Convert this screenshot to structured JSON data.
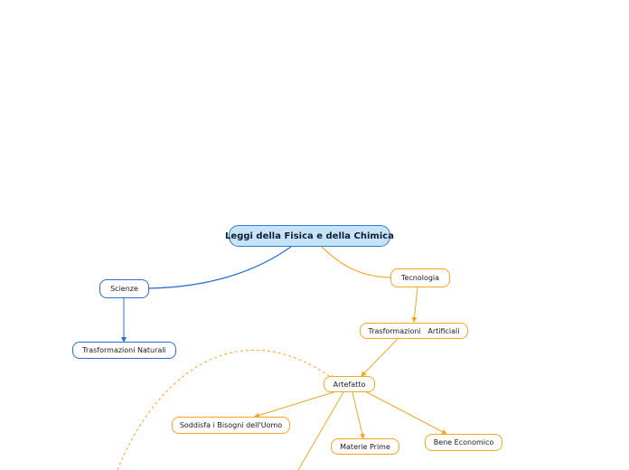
{
  "mindmap": {
    "root": {
      "label": "Leggi della Fisica e della Chimica"
    },
    "nodes": {
      "scienze": {
        "label": "Scienze"
      },
      "trasf_naturali": {
        "label": "Trasformazioni Naturali"
      },
      "tecnologia": {
        "label": "Tecnologia"
      },
      "trasf_artificiali": {
        "label": "Trasformazioni   Artificiali"
      },
      "artefatto": {
        "label": "Artefatto"
      },
      "soddisfa": {
        "label": "Soddisfa i Bisogni dell'Uomo"
      },
      "materie_prime": {
        "label": "Materie Prime"
      },
      "bene_economico": {
        "label": "Bene Economico"
      }
    }
  },
  "colors": {
    "science_branch": "#2a6fd0",
    "technology_branch": "#f5a623",
    "root_fill": "#c7e3f7",
    "root_border": "#2a7fd0"
  }
}
